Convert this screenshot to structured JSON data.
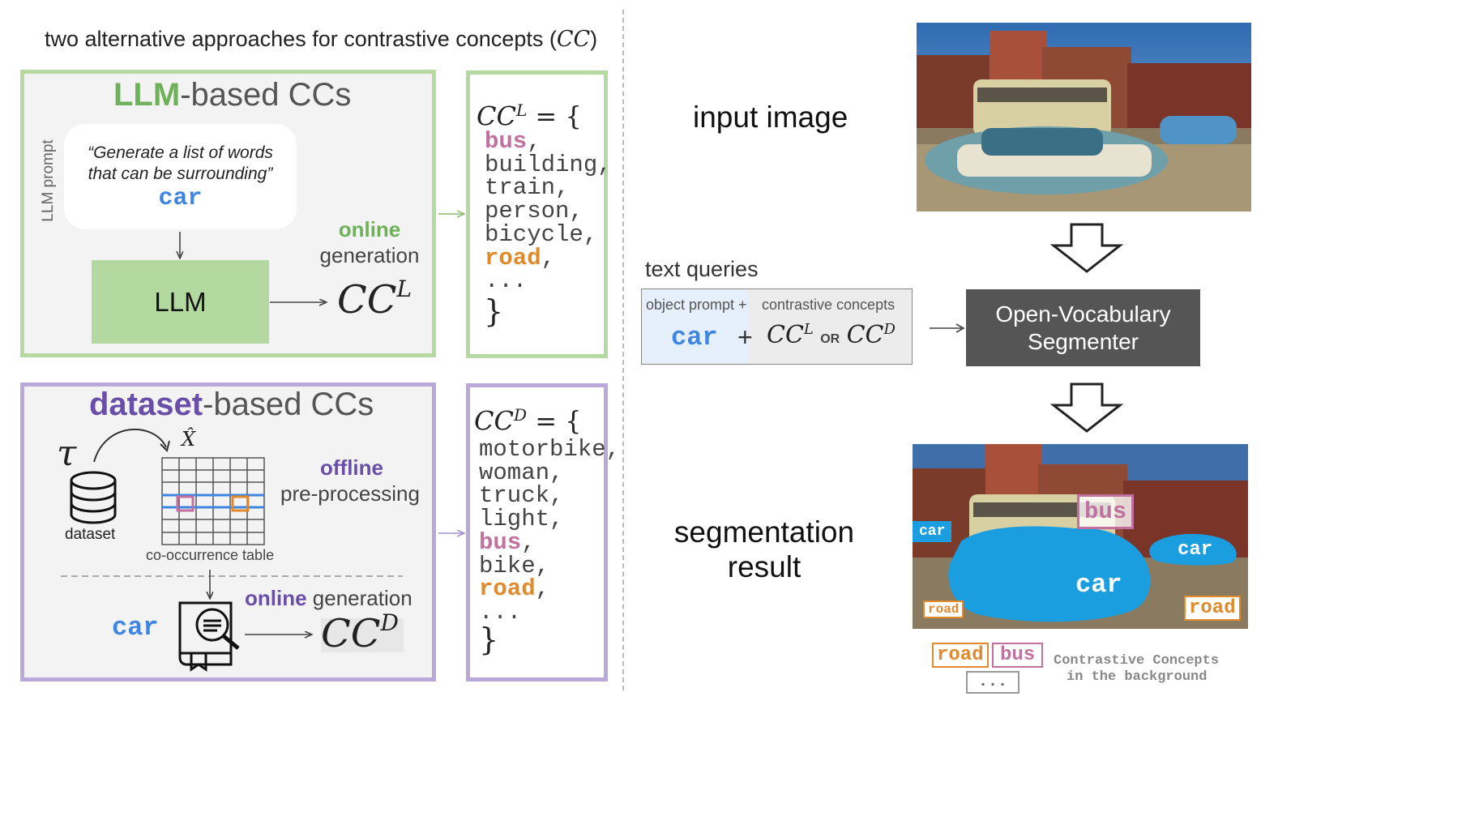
{
  "colors": {
    "green": "#b5d9a0",
    "green_text": "#6fb05a",
    "purple": "#b9a8d8",
    "purple_text": "#6a4fa8",
    "blue_word": "#3f86e0",
    "pink": "#c2719e",
    "orange": "#e08a2c",
    "segmenter_bg": "#555555",
    "seg_blue": "#1a9ee0"
  },
  "title": {
    "text": "two alternative approaches for contrastive concepts (",
    "math": "CC",
    "close": ")"
  },
  "llm_panel": {
    "heading_bold": "LLM",
    "heading_rest": "-based CCs",
    "side_label": "LLM prompt",
    "prompt_line1": "“Generate a list of words",
    "prompt_line2": "that can be surrounding”",
    "prompt_word": "car",
    "llm_box": "LLM",
    "online_bold": "online",
    "online_rest": "generation",
    "output_base": "CC",
    "output_sup": "L"
  },
  "llm_list": {
    "head_base": "CC",
    "head_sup": "L",
    "head_rest": " = {",
    "items": [
      {
        "word": "bus",
        "sep": ",",
        "style": "pink"
      },
      {
        "word": "building",
        "sep": ",",
        "style": "plain"
      },
      {
        "word": "train",
        "sep": ",",
        "style": "plain"
      },
      {
        "word": "person",
        "sep": ",",
        "style": "plain"
      },
      {
        "word": "bicycle",
        "sep": ",",
        "style": "plain"
      },
      {
        "word": "road",
        "sep": ",",
        "style": "orange"
      },
      {
        "word": "...",
        "sep": "",
        "style": "plain"
      }
    ],
    "close": "}"
  },
  "dataset_panel": {
    "heading_bold": "dataset",
    "heading_rest": "-based CCs",
    "tau": "𝜏",
    "xhat": "X̂",
    "dataset_label": "dataset",
    "table_label": "co-occurrence table",
    "offline_bold": "offline",
    "offline_rest": "pre-processing",
    "query_word": "car",
    "online_bold": "online",
    "online_rest": " generation",
    "output_base": "CC",
    "output_sup": "D"
  },
  "dataset_list": {
    "head_base": "CC",
    "head_sup": "D",
    "head_rest": " = {",
    "items": [
      {
        "word": "motorbike",
        "sep": ",",
        "style": "plain"
      },
      {
        "word": "woman",
        "sep": ",",
        "style": "plain"
      },
      {
        "word": "truck",
        "sep": ",",
        "style": "plain"
      },
      {
        "word": "light",
        "sep": ",",
        "style": "plain"
      },
      {
        "word": "bus",
        "sep": ",",
        "style": "pink"
      },
      {
        "word": "bike",
        "sep": ",",
        "style": "plain"
      },
      {
        "word": "road",
        "sep": ",",
        "style": "orange"
      },
      {
        "word": "...",
        "sep": "",
        "style": "plain"
      }
    ],
    "close": "}"
  },
  "right": {
    "input_image_label": "input image",
    "text_queries_label": "text queries",
    "object_prompt_label": "object prompt +",
    "contrastive_label": "contrastive concepts",
    "query_word": "car",
    "plus": "+",
    "cc_base": "CC",
    "sup_l": "L",
    "or_word": "OR",
    "sup_d": "D",
    "segmenter_line1": "Open-Vocabulary",
    "segmenter_line2": "Segmenter",
    "seg_result_line1": "segmentation",
    "seg_result_line2": "result",
    "seg_labels": {
      "car_left": "car",
      "bus": "bus",
      "car_right": "car",
      "car_main": "car",
      "road_left": "road",
      "road_right": "road"
    },
    "legend": {
      "road": "road",
      "bus": "bus",
      "dots": "...",
      "caption_line1": "Contrastive Concepts",
      "caption_line2": "in the background"
    }
  }
}
